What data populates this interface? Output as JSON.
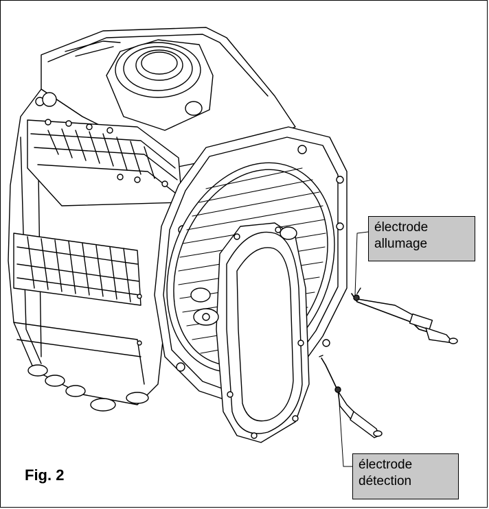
{
  "figure": {
    "label": "Fig. 2"
  },
  "callouts": {
    "ignition": {
      "line1": "électrode",
      "line2": "allumage"
    },
    "detection": {
      "line1": "électrode",
      "line2": "détection"
    }
  },
  "colors": {
    "callout_fill": "#c8c8c8",
    "line": "#000000"
  }
}
